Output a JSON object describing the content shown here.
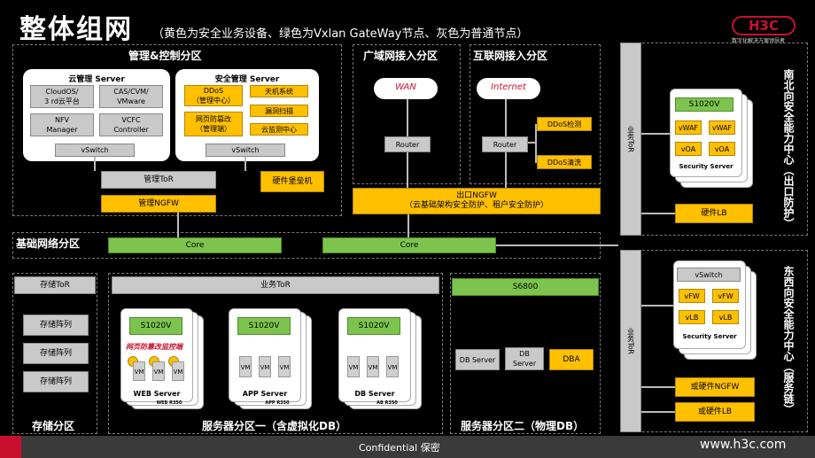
{
  "header": {
    "title": "整体组网",
    "subtitle": "（黄色为安全业务设备、绿色为Vxlan GateWay节点、灰色为普通节点）",
    "logo": "H3C",
    "logo_sub": "数字化解决方案领导者"
  },
  "zones": {
    "mgmt": "管理&控制分区",
    "wan": "广域网接入分区",
    "internet": "互联网接入分区",
    "base": "基础网络分区",
    "storage": "存储分区",
    "server1": "服务器分区一（含虚拟化DB）",
    "server2": "服务器分区二（物理DB）"
  },
  "cloud_mgmt": {
    "title": "云管理 Server",
    "items": [
      "CloudOS/\n3 rd云平台",
      "CAS/CVM/\nVMware",
      "NFV\nManager",
      "VCFC\nController"
    ],
    "vswitch": "vSwitch"
  },
  "sec_mgmt": {
    "title": "安全管理 Server",
    "items": [
      "DDoS\n（管理中心）",
      "天机系统",
      "网页防篡改\n（管理端）",
      "漏洞扫描",
      "云监测中心"
    ],
    "vswitch": "vSwitch"
  },
  "mgmt_tor": "管理ToR",
  "hw_firewall": "硬件堡垒机",
  "mgmt_ngfw": "管理NGFW",
  "wan_access": {
    "cloud": "WAN",
    "router": "Router"
  },
  "internet_access": {
    "cloud": "Internet",
    "router": "Router",
    "ddos_detect": "DDoS检测",
    "ddos_clean": "DDoS清洗"
  },
  "exit_ngfw": "出口NGFW\n（云基础架构安全防护、租户安全防护）",
  "core": [
    "Core",
    "Core"
  ],
  "storage_tor": "存储ToR",
  "arrays": [
    "存储阵列",
    "存储阵列",
    "存储阵列"
  ],
  "biz_tor": "业务ToR",
  "servers": [
    {
      "switch": "S1020V",
      "name": "WEB Server",
      "note": "网页防篡改监控端",
      "vm": "VM",
      "sub": "WEB R350"
    },
    {
      "switch": "S1020V",
      "name": "APP Server",
      "note": "",
      "vm": "VM",
      "sub": "APP R350"
    },
    {
      "switch": "S1020V",
      "name": "DB Server",
      "note": "",
      "vm": "VM",
      "sub": "AB R350"
    }
  ],
  "s6800": "S6800",
  "db_server": "DB Server",
  "db_server2": "DB\nServer",
  "dba": "DBA",
  "ns_center": {
    "label": "南北向安全能力中心（出口防护）",
    "tor": "业务ToR",
    "switch": "S1020V",
    "items": [
      "vWAF",
      "vWAF",
      "vOA",
      "vOA"
    ],
    "server": "Security Server",
    "hw_lb": "硬件LB"
  },
  "ew_center": {
    "label": "东西向安全能力中心（服务链）",
    "tor": "业务ToR",
    "switch": "vSwitch",
    "items": [
      "vFW",
      "vFW",
      "vLB",
      "vLB"
    ],
    "server": "Security Server",
    "ngfw": "或硬件NGFW",
    "lb": "或硬件LB"
  },
  "footer": {
    "confidential": "Confidential 保密",
    "url": "www.h3c.com"
  }
}
